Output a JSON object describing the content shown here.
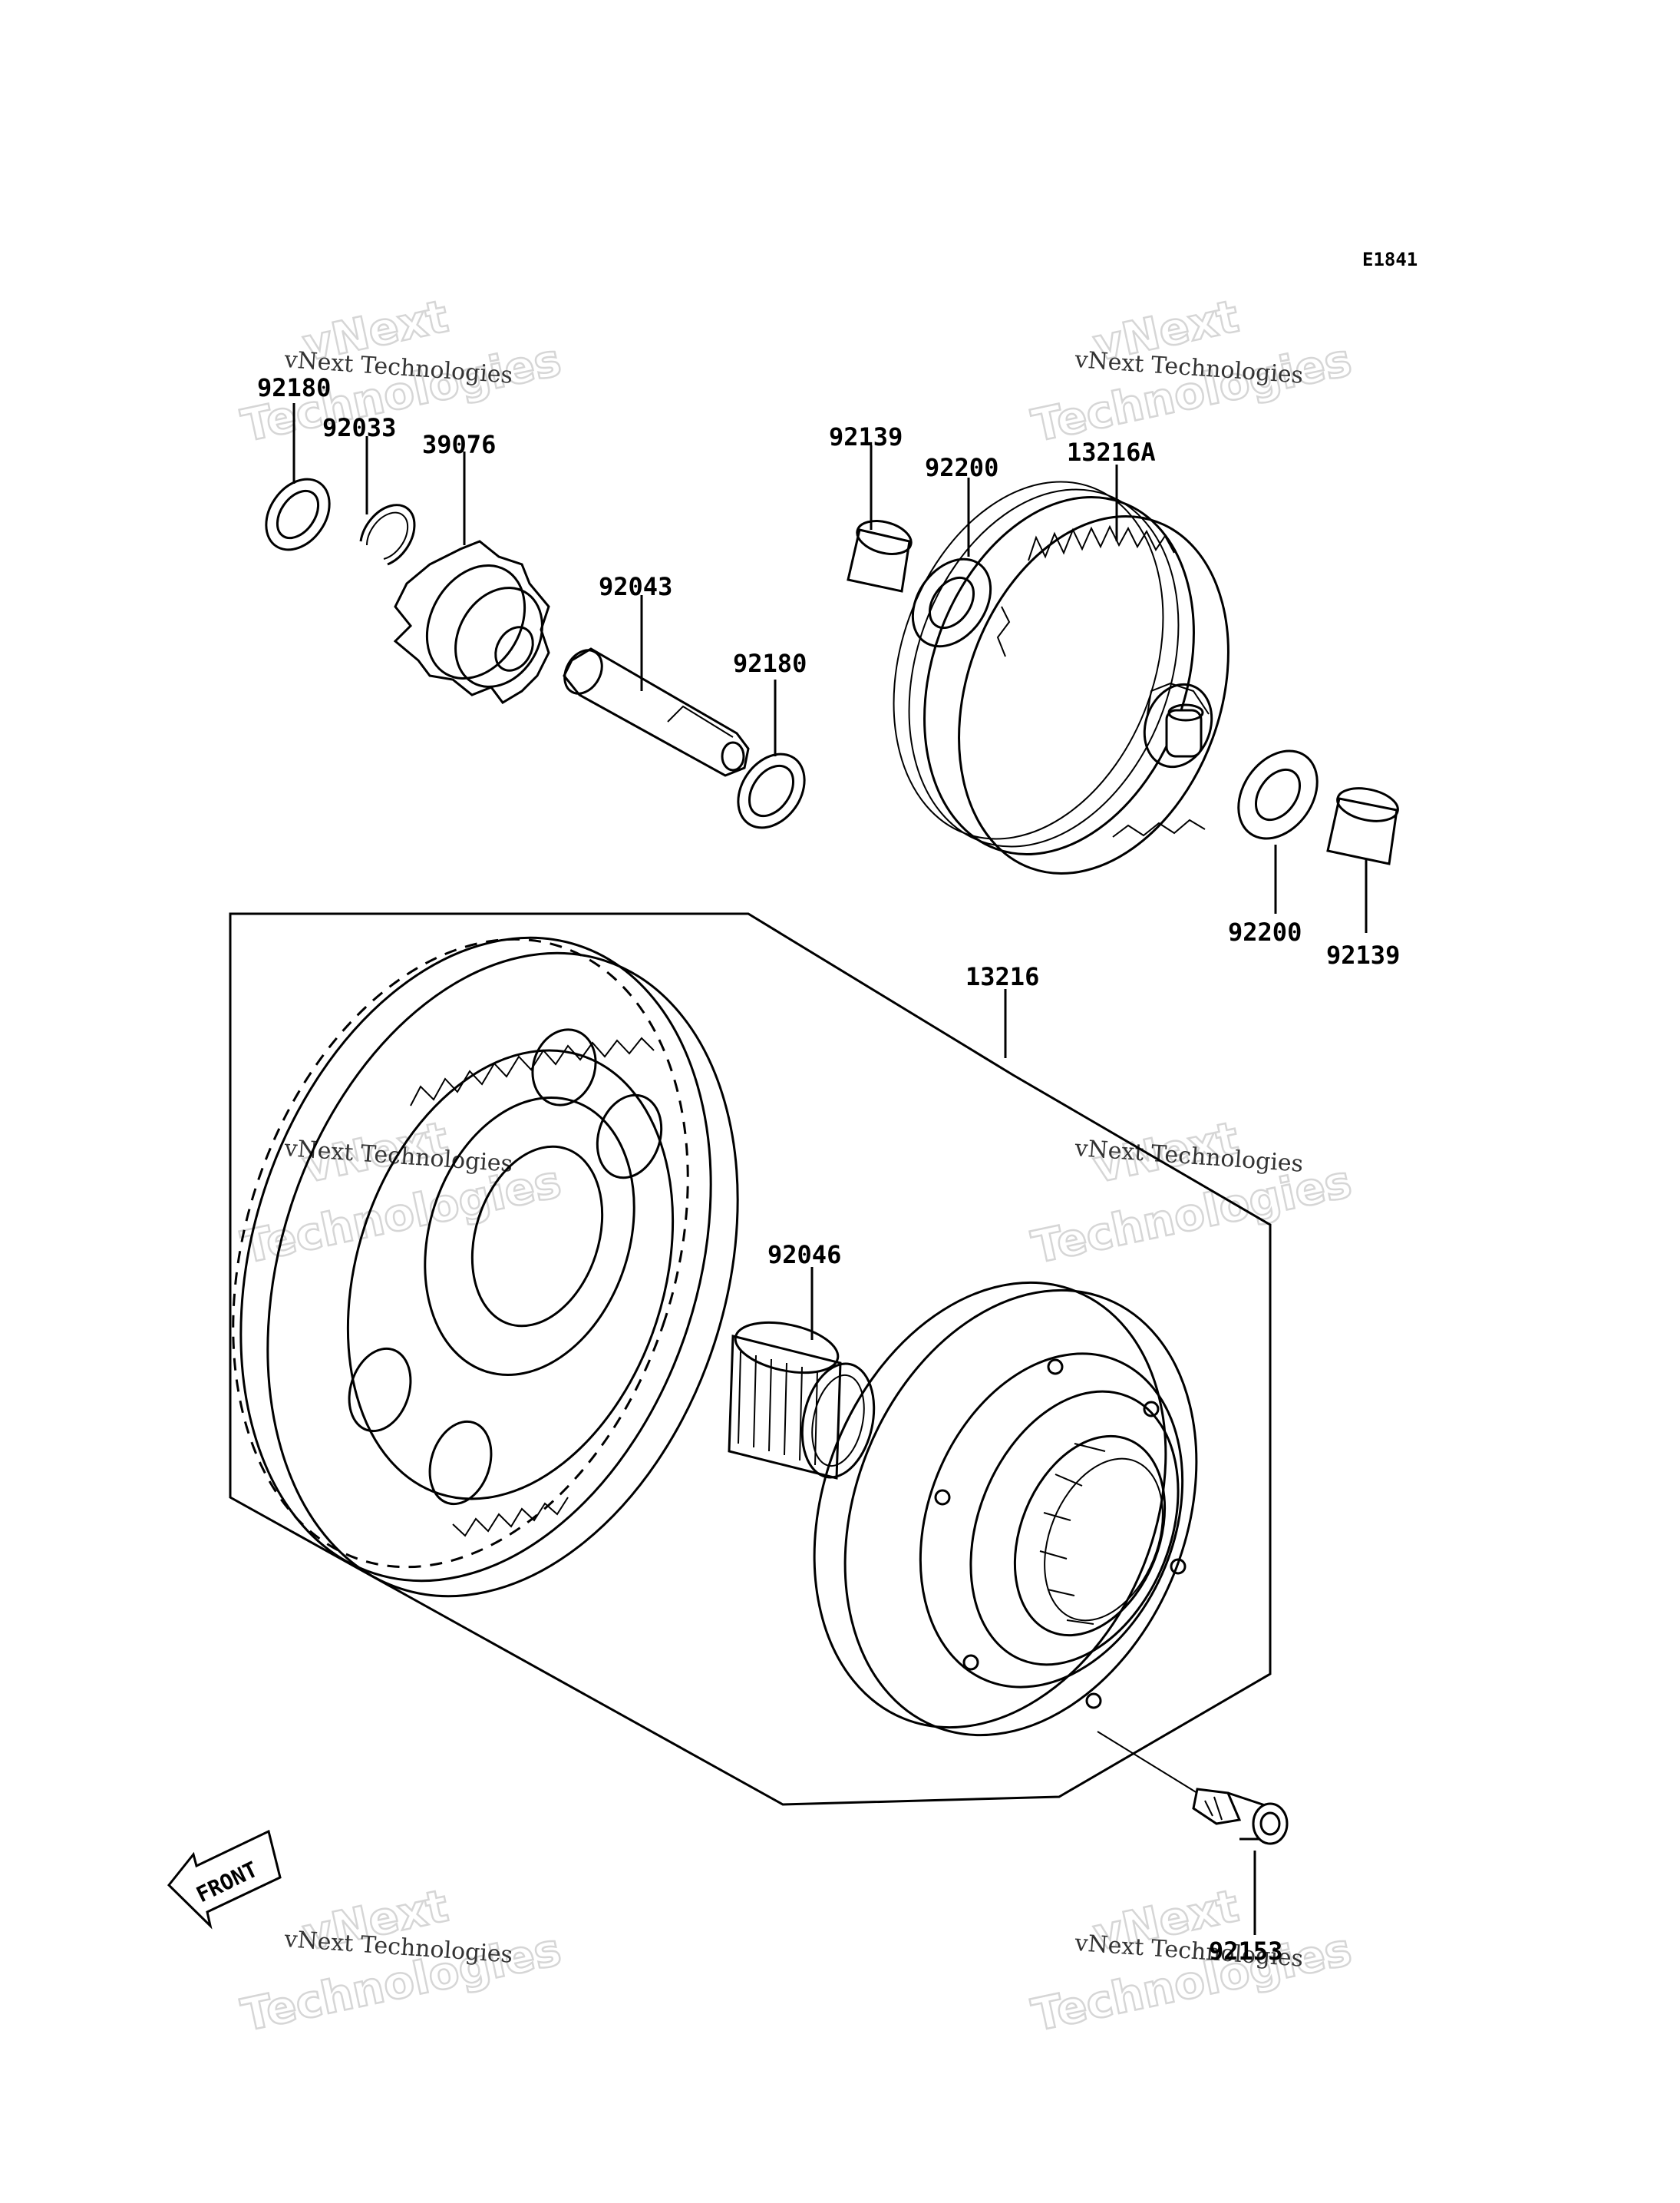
{
  "diagram": {
    "code": "E1841",
    "watermark": {
      "line1": "vNext Technologies",
      "line2a": "vNext",
      "line2b": "Technologies"
    },
    "front_label": "FRONT",
    "parts": {
      "washer_top": "92180",
      "circlip": "92033",
      "gear": "39076",
      "shaft": "92043",
      "washer_shaft": "92180",
      "collar_left": "92139",
      "washer_left": "92200",
      "idle_gear": "13216A",
      "washer_right": "92200",
      "collar_right": "92139",
      "clutch_assy": "13216",
      "bearing": "92046",
      "bolt": "92153"
    }
  }
}
